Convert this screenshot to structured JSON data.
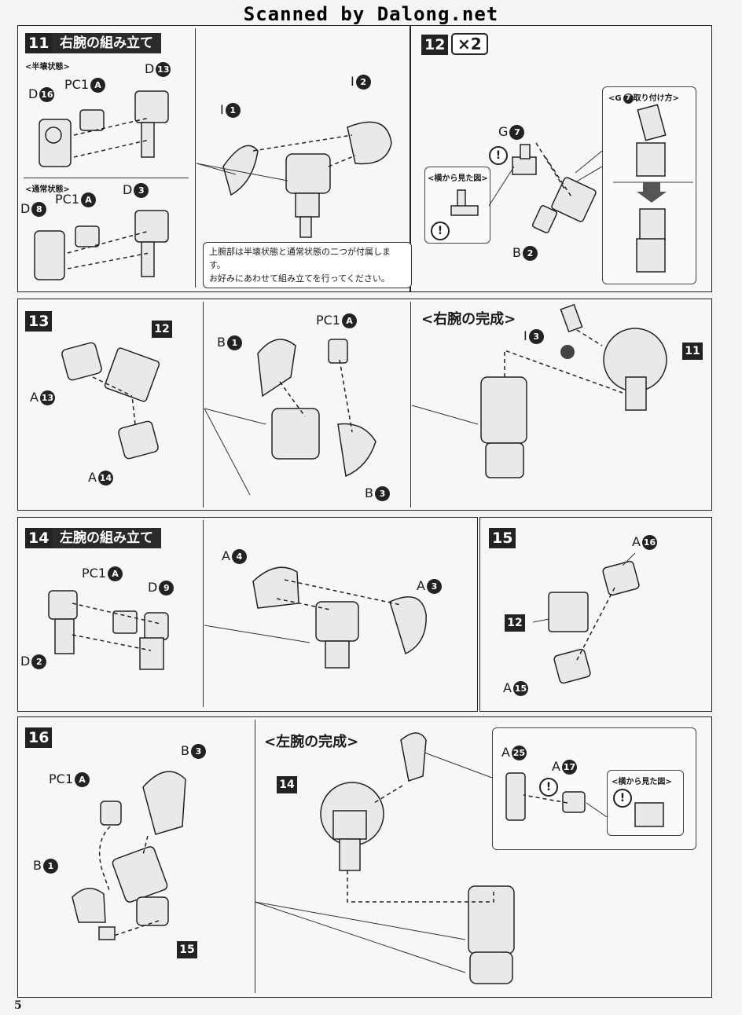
{
  "watermark": "Scanned by Dalong.net",
  "page_number": "5",
  "step11": {
    "number": "11",
    "title": "右腕の組み立て",
    "sub1": "<半壊状態>",
    "sub2": "<通常状態>",
    "labels": {
      "d16": "D",
      "d16n": "16",
      "pc1a": "PC1",
      "pc1an": "A",
      "d13": "D",
      "d13n": "13",
      "d8": "D",
      "d8n": "8",
      "pc1b": "PC1",
      "pc1bn": "A",
      "d3": "D",
      "d3n": "3",
      "i1": "I",
      "i1n": "1",
      "i2": "I",
      "i2n": "2"
    },
    "note_line1": "上腕部は半壊状態と通常状態の二つが付属します。",
    "note_line2": "お好みにあわせて組み立てを行ってください。"
  },
  "step12": {
    "number": "12",
    "times": "×2",
    "g7": "G",
    "g7n": "7",
    "b2": "B",
    "b2n": "2",
    "side_view": "<横から見た図>",
    "attach_title": "<G",
    "attach_badge": "7",
    "attach_rest": "取り付け方>"
  },
  "step13": {
    "number": "13",
    "a13": "A",
    "a13n": "13",
    "ref12": "12",
    "a14": "A",
    "a14n": "14",
    "b1": "B",
    "b1n": "1",
    "pc1": "PC1",
    "pc1n": "A",
    "b3": "B",
    "b3n": "3"
  },
  "right_complete": {
    "title": "<右腕の完成>",
    "i3": "I",
    "i3n": "3",
    "ref11": "11"
  },
  "step14": {
    "number": "14",
    "title": "左腕の組み立て",
    "pc1": "PC1",
    "pc1n": "A",
    "d9": "D",
    "d9n": "9",
    "d2": "D",
    "d2n": "2",
    "a4": "A",
    "a4n": "4",
    "a3": "A",
    "a3n": "3"
  },
  "step15": {
    "number": "15",
    "a16": "A",
    "a16n": "16",
    "ref12": "12",
    "a15": "A",
    "a15n": "15"
  },
  "step16": {
    "number": "16",
    "b3": "B",
    "b3n": "3",
    "pc1": "PC1",
    "pc1n": "A",
    "b1": "B",
    "b1n": "1",
    "ref15": "15"
  },
  "left_complete": {
    "title": "<左腕の完成>",
    "ref14": "14",
    "a25": "A",
    "a25n": "25",
    "a17": "A",
    "a17n": "17",
    "side_view": "<横から見た図>"
  }
}
